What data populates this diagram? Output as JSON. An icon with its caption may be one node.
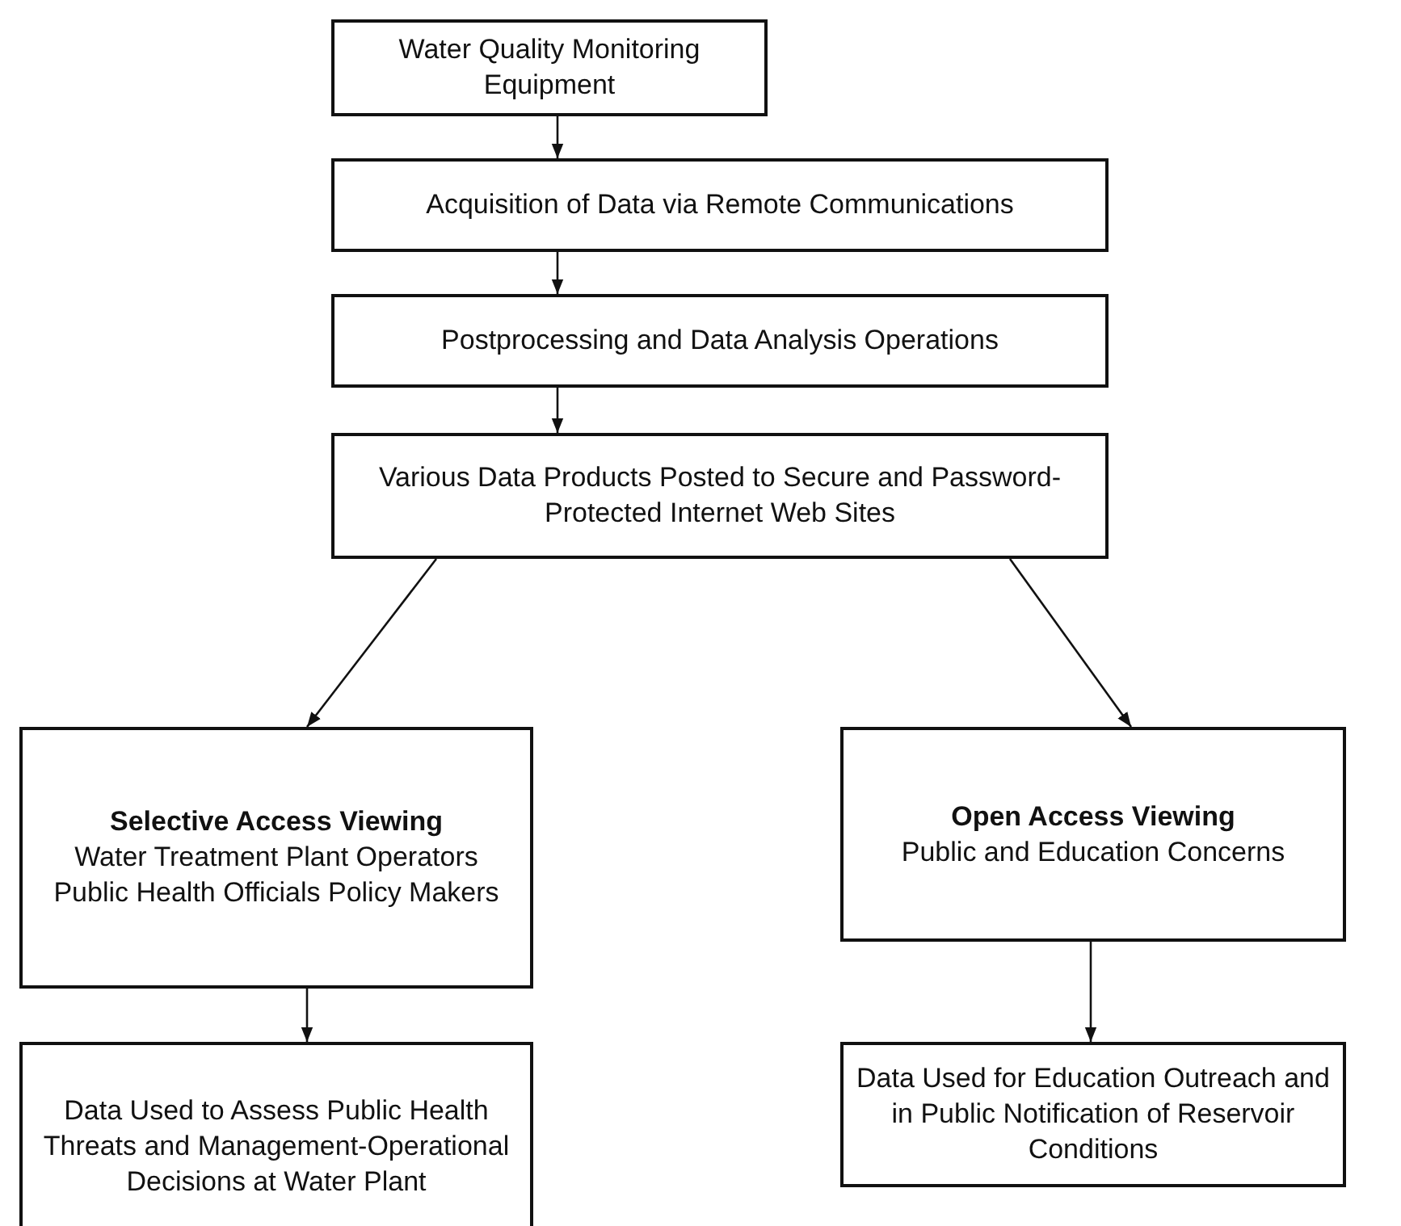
{
  "diagram": {
    "nodes": [
      {
        "text": [
          "Water Quality Monitoring Equipment"
        ]
      },
      {
        "text": [
          "Acquisition of Data via Remote Communications"
        ]
      },
      {
        "text": [
          "Postprocessing and Data Analysis Operations"
        ]
      },
      {
        "text": [
          "Various Data Products Posted to Secure and Password-Protected Internet Web Sites"
        ]
      },
      {
        "text": [
          "Selective Access Viewing",
          "Water Treatment Plant Operators Public Health Officials Policy Makers"
        ]
      },
      {
        "text": [
          "Open Access Viewing",
          "Public and Education Concerns"
        ]
      },
      {
        "text": [
          "Data Used to Assess Public Health Threats and Management-Operational Decisions at Water Plant"
        ]
      },
      {
        "text": [
          "Data Used for Education Outreach and in Public Notification of Reservoir Conditions"
        ]
      }
    ],
    "edges": [
      {
        "from": 0,
        "to": 1,
        "arrow": "to"
      },
      {
        "from": 1,
        "to": 2,
        "arrow": "to"
      },
      {
        "from": 2,
        "to": 3,
        "arrow": "to"
      },
      {
        "from": 3,
        "to": 4,
        "arrow": "to"
      },
      {
        "from": 3,
        "to": 5,
        "arrow": "to"
      },
      {
        "from": 4,
        "to": 6,
        "arrow": "to"
      },
      {
        "from": 5,
        "to": 7,
        "arrow": "to"
      }
    ]
  }
}
